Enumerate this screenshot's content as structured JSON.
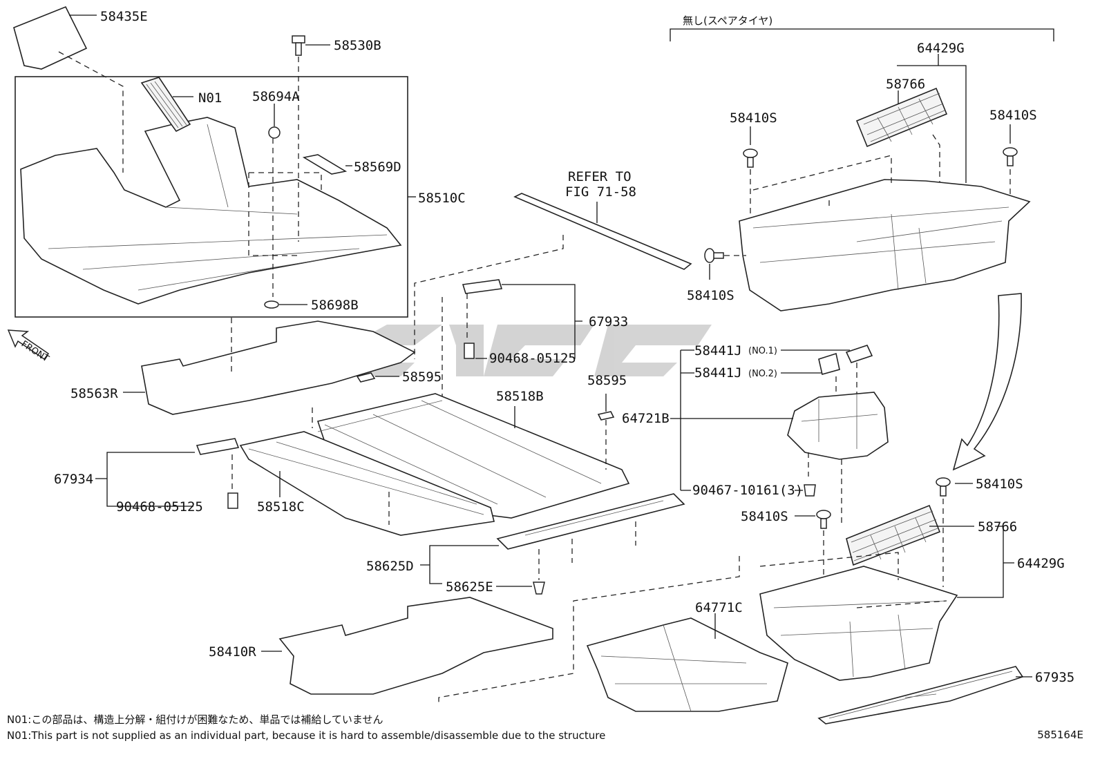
{
  "labels": {
    "p58435E": "58435E",
    "p58530B": "58530B",
    "N01": "N01",
    "p58694A": "58694A",
    "p58569D": "58569D",
    "p58510C": "58510C",
    "p58698B": "58698B",
    "front": "FRONT",
    "p58563R": "58563R",
    "refer1": "REFER TO",
    "refer2": "FIG 71-58",
    "p67933": "67933",
    "p90468a": "90468-05125",
    "p58595a": "58595",
    "p58518B": "58518B",
    "p58595b": "58595",
    "p67934": "67934",
    "p90468b": "90468-05125",
    "p58518C": "58518C",
    "p58625D": "58625D",
    "p58625E": "58625E",
    "p58410R": "58410R",
    "p64771C": "64771C",
    "p64429Ga": "64429G",
    "p58766a": "58766",
    "p58410Sa": "58410S",
    "p58410Sb": "58410S",
    "p58410Sc": "58410S",
    "p58441Ja": "58441J",
    "no1": "(NO.1)",
    "p58441Jb": "58441J",
    "no2": "(NO.2)",
    "p64721B": "64721B",
    "p90467": "90467-10161(3)",
    "p58410Sd": "58410S",
    "p58410Se": "58410S",
    "p58766b": "58766",
    "p64429Gb": "64429G",
    "p67935": "67935"
  },
  "header": {
    "title_jp": "無し(スペアタイヤ)"
  },
  "notes": {
    "jp": "N01:この部品は、構造上分解・組付けが困難なため、単品では補給していません",
    "en": "N01:This part is not supplied as an individual part, because it is hard to assemble/disassemble due to the structure"
  },
  "figure_number": "585164E"
}
